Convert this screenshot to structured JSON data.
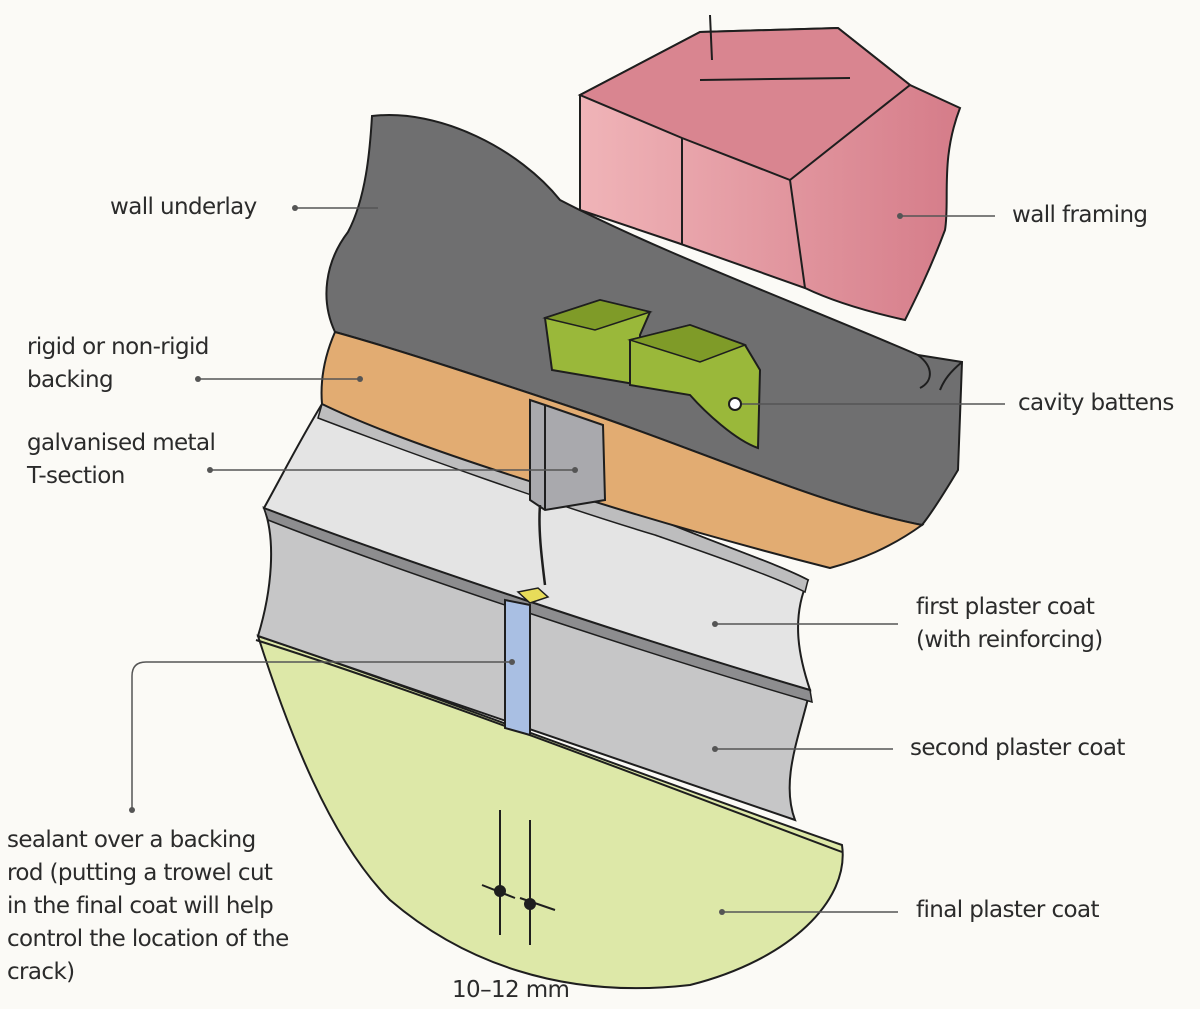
{
  "labels": {
    "wall_underlay": [
      "wall underlay"
    ],
    "wall_framing": [
      "wall framing"
    ],
    "backing": [
      "rigid or non-rigid",
      "backing"
    ],
    "t_section": [
      "galvanised metal",
      "T-section"
    ],
    "cavity_battens": [
      "cavity battens"
    ],
    "first_coat": [
      "first plaster coat",
      "(with reinforcing)"
    ],
    "second_coat": [
      "second plaster coat"
    ],
    "final_coat": [
      "final plaster coat"
    ],
    "sealant": [
      "sealant over a backing",
      "rod (putting a trowel cut",
      "in the final coat will help",
      "control the location of the",
      "crack)"
    ],
    "gap_dimension": [
      "10–12 mm"
    ]
  },
  "colors": {
    "outline": "#1e1e1e",
    "leader_line": "#555555",
    "wall_underlay": "#6f6f70",
    "wall_framing": "#d9848f",
    "wall_framing_light": "#f3b7ba",
    "cavity_battens": "#9ab83a",
    "backing": "#e2ac72",
    "t_section": "#a9a9ad",
    "first_coat": "#e4e4e4",
    "second_coat": "#c6c6c7",
    "final_coat": "#dde8a8",
    "sealant": "#a9bfe3",
    "backing_rod": "#e7dc5a"
  }
}
